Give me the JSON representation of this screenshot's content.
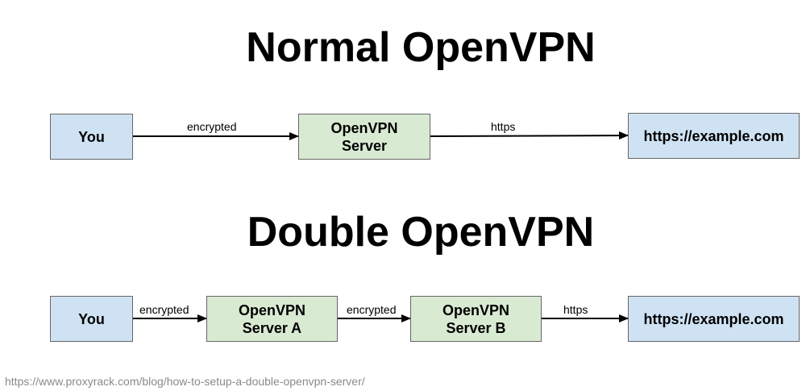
{
  "normal": {
    "title": "Normal OpenVPN",
    "nodes": {
      "you": "You",
      "server_line1": "OpenVPN",
      "server_line2": "Server",
      "destination": "https://example.com"
    },
    "edges": {
      "you_to_server": "encrypted",
      "server_to_destination": "https"
    }
  },
  "double": {
    "title": "Double OpenVPN",
    "nodes": {
      "you": "You",
      "server_a_line1": "OpenVPN",
      "server_a_line2": "Server A",
      "server_b_line1": "OpenVPN",
      "server_b_line2": "Server B",
      "destination": "https://example.com"
    },
    "edges": {
      "you_to_server_a": "encrypted",
      "server_a_to_server_b": "encrypted",
      "server_b_to_destination": "https"
    }
  },
  "source_url": "https://www.proxyrack.com/blog/how-to-setup-a-double-openvpn-server/",
  "colors": {
    "client_node_fill": "#cfe2f3",
    "server_node_fill": "#d9ead3",
    "node_border": "#666666",
    "arrow": "#000000",
    "source_text": "#8a8a8a"
  }
}
